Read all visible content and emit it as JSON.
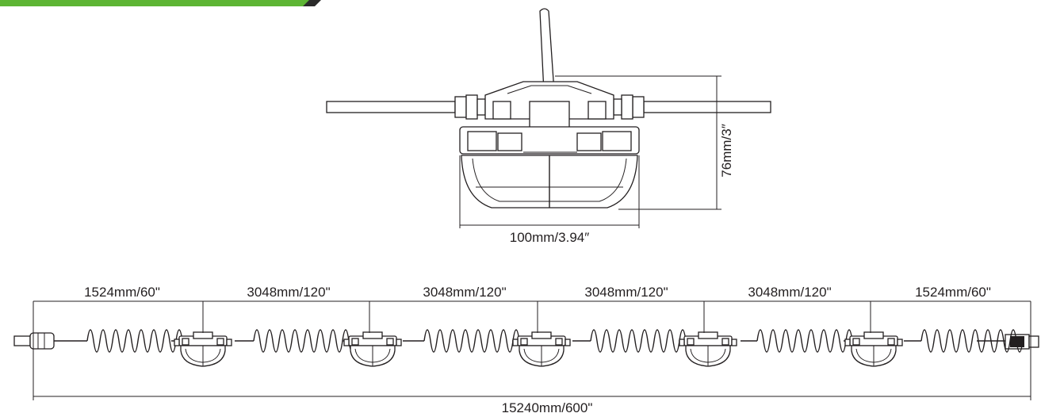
{
  "colors": {
    "banner": "#5db534",
    "banner_edge": "#2b2b2b",
    "line": "#231f20"
  },
  "top_view": {
    "width_label": "100mm/3.94″",
    "height_label": "76mm/3″"
  },
  "string_view": {
    "segment_labels": [
      "1524mm/60\"",
      "3048mm/120\"",
      "3048mm/120\"",
      "3048mm/120\"",
      "3048mm/120\"",
      "1524mm/60\""
    ],
    "total_label": "15240mm/600\""
  }
}
